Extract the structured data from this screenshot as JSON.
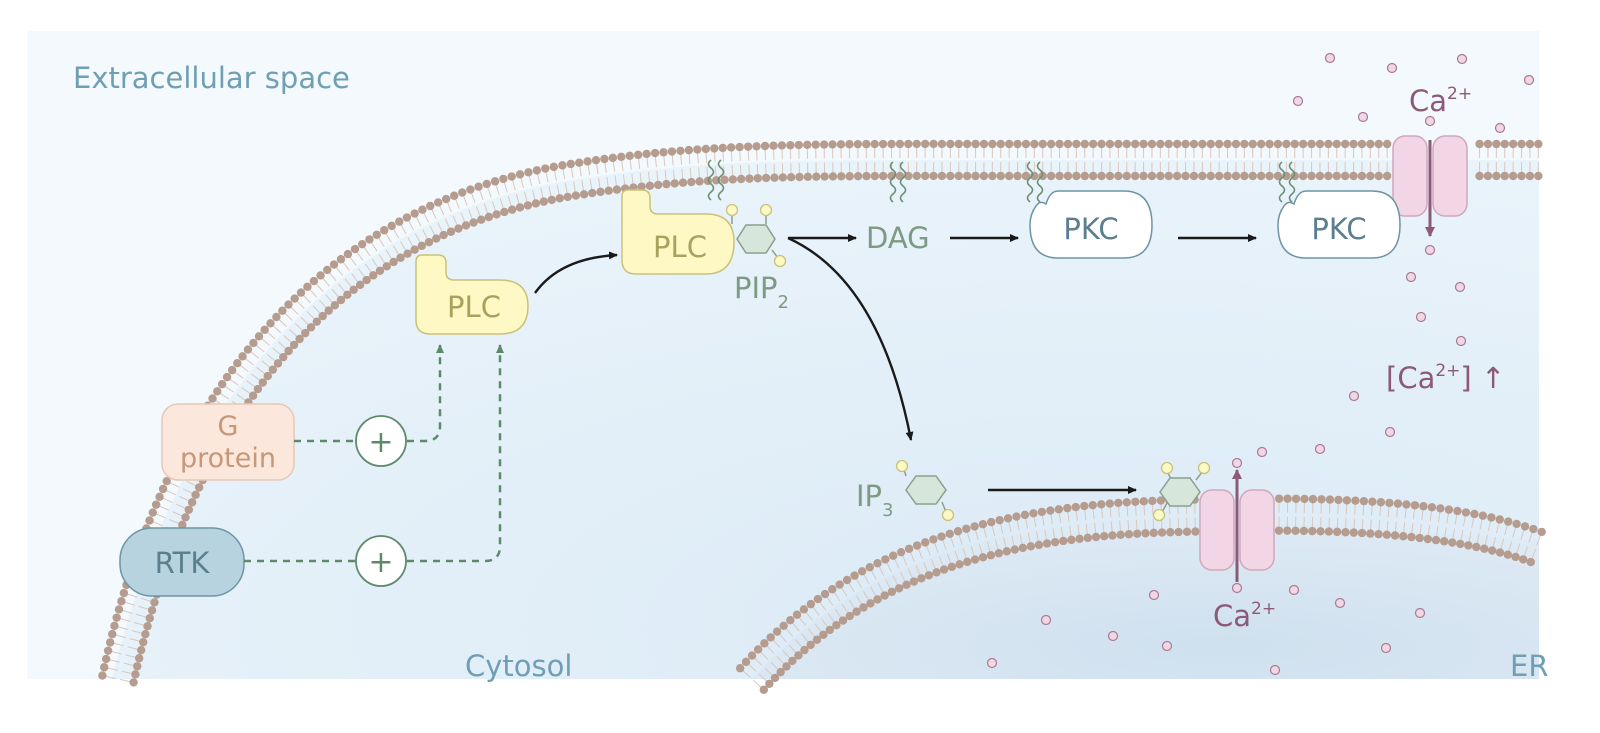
{
  "labels": {
    "extracellular": "Extracellular space",
    "cytosol": "Cytosol",
    "er": "ER",
    "g_protein_line1": "G",
    "g_protein_line2": "protein",
    "rtk": "RTK",
    "plc": "PLC",
    "pip2_main": "PIP",
    "pip2_sub": "2",
    "dag": "DAG",
    "pkc": "PKC",
    "ip3_main": "IP",
    "ip3_sub": "3",
    "ca_main": "Ca",
    "ca_sup": "2+",
    "ca_conc_open": "[Ca",
    "ca_conc_sup": "2+",
    "ca_conc_close": "] ↑",
    "plus": "+"
  },
  "colors": {
    "background": "#f3f9fd",
    "cytosol": "#e3f0f9",
    "er_lumen": "#d6e6f1",
    "lipid_head": "#b59c8e",
    "plc_fill": "#fdf8c4",
    "plc_stroke": "#c9c27a",
    "g_protein_fill": "#fbe7dc",
    "rtk_fill": "#b7d3df",
    "pkc_fill": "#ffffff",
    "channel_fill": "#f3d6e6",
    "calcium": "#8c5a78",
    "activation": "#5e8a6c",
    "region_label": "#6f9fb3",
    "molecule_label": "#7f9a82"
  }
}
